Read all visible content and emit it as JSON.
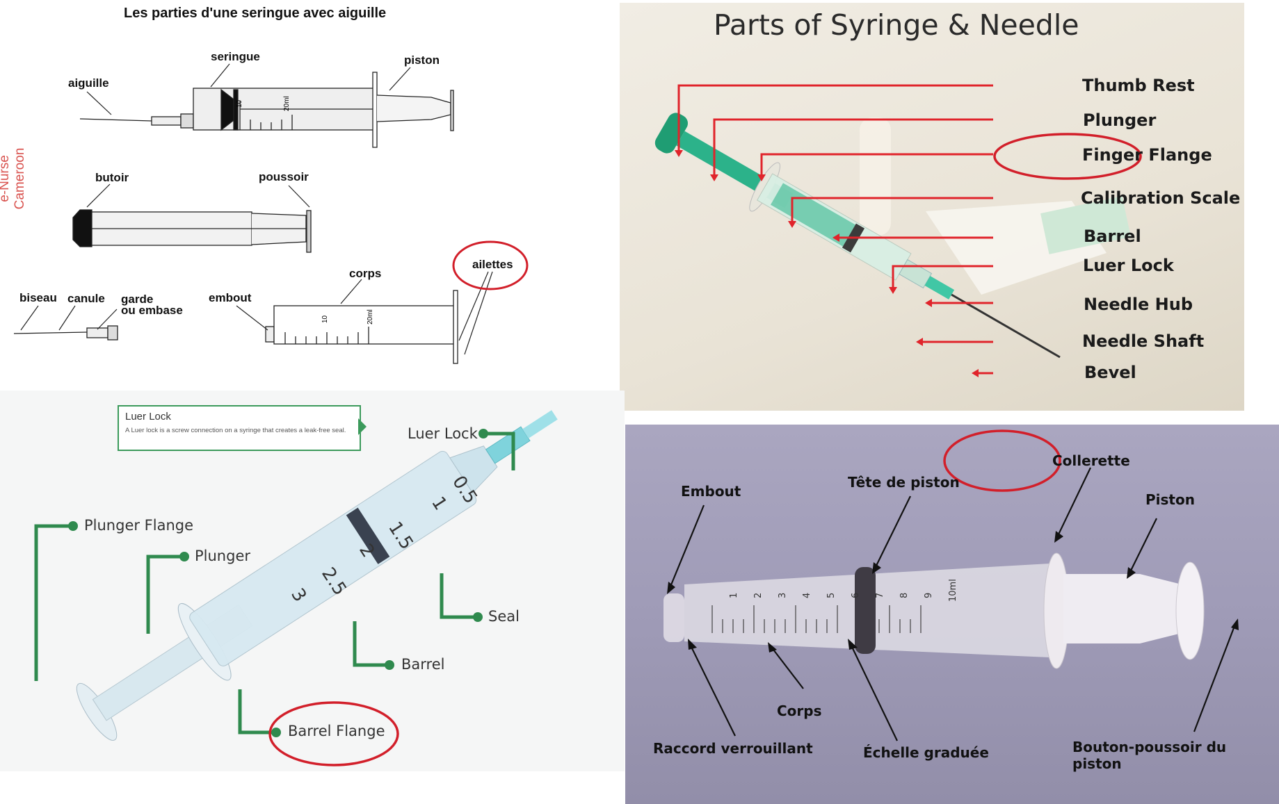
{
  "panel_fr_diagram": {
    "title": "Les parties d'une seringue avec aiguille",
    "side_label": "e-Nurse Cameroon",
    "labels": {
      "seringue": "seringue",
      "piston": "piston",
      "aiguille": "aiguille",
      "butoir": "butoir",
      "poussoir": "poussoir",
      "ailettes": "ailettes",
      "corps": "corps",
      "biseau": "biseau",
      "canule": "canule",
      "garde": "garde",
      "ou_embase": "ou embase",
      "embout": "embout"
    },
    "scale_texts": {
      "ten": "10",
      "twenty": "20ml"
    }
  },
  "panel_en_photo": {
    "title": "Parts of Syringe & Needle",
    "labels": [
      "Thumb Rest",
      "Plunger",
      "Finger Flange",
      "Calibration Scale",
      "Barrel",
      "Luer Lock",
      "Needle Hub",
      "Needle Shaft",
      "Bevel"
    ]
  },
  "panel_luer": {
    "box_title": "Luer Lock",
    "box_desc": "A Luer lock is a screw connection on a syringe that creates a leak-free seal.",
    "labels": {
      "luer_lock": "Luer Lock",
      "plunger_flange": "Plunger Flange",
      "plunger": "Plunger",
      "seal": "Seal",
      "barrel": "Barrel",
      "barrel_flange": "Barrel Flange"
    },
    "scale": [
      "0.5",
      "1",
      "1.5",
      "2",
      "2.5",
      "3"
    ]
  },
  "panel_fr_photo": {
    "labels": {
      "embout": "Embout",
      "tete": "Tête de piston",
      "collerette": "Collerette",
      "piston": "Piston",
      "corps": "Corps",
      "raccord": "Raccord verrouillant",
      "echelle": "Échelle graduée",
      "bouton": "Bouton-poussoir du piston"
    },
    "scale": [
      "1",
      "2",
      "3",
      "4",
      "5",
      "6",
      "7",
      "8",
      "9",
      "10ml"
    ]
  },
  "colors": {
    "highlight_circle": "#d21f2a",
    "callout_green": "#2f8a4e",
    "arrow_red": "#e0242b"
  }
}
